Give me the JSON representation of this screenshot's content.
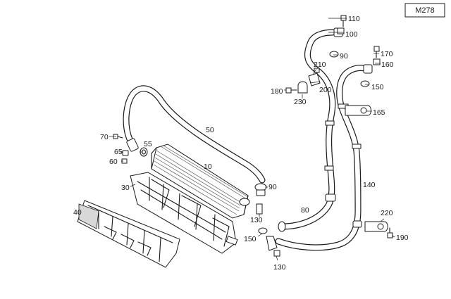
{
  "model_tag": "M278",
  "callouts": {
    "c110": "110",
    "c100": "100",
    "c90a": "90",
    "c170": "170",
    "c160": "160",
    "c210": "210",
    "c180": "180",
    "c200": "200",
    "c230": "230",
    "c150a": "150",
    "c165": "165",
    "c50": "50",
    "c70": "70",
    "c55": "55",
    "c65": "65",
    "c60": "60",
    "c10": "10",
    "c30": "30",
    "c90b": "90",
    "c140": "140",
    "c40": "40",
    "c80": "80",
    "c220": "220",
    "c130a": "130",
    "c150b": "150",
    "c190": "190",
    "c130b": "130"
  }
}
